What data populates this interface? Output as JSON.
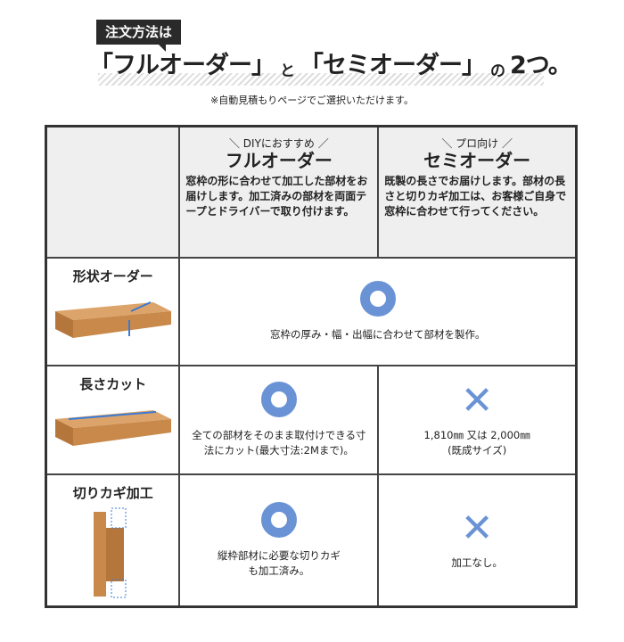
{
  "header": {
    "badge": "注文方法は",
    "title_open1": "「フルオーダー」",
    "title_and": "と",
    "title_open2": "「セミオーダー」",
    "title_no": "の",
    "title_end": "2つ。",
    "note": "※自動見積もりページでご選択いただけます。"
  },
  "columns": [
    {
      "tag": "＼ DIYにおすすめ ／",
      "title": "フルオーダー",
      "desc": "窓枠の形に合わせて加工した部材をお届けします。加工済みの部材を両面テープとドライバーで取り付けます。"
    },
    {
      "tag": "＼ プロ向け ／",
      "title": "セミオーダー",
      "desc": "既製の長さでお届けします。部材の長さと切りカギ加工は、お客様ご自身で窓枠に合わせて行ってください。"
    }
  ],
  "rows": [
    {
      "label": "形状オーダー",
      "merged": "窓枠の厚み・幅・出幅に合わせて部材を製作。"
    },
    {
      "label": "長さカット",
      "full": "全ての部材をそのまま取付けできる寸法にカット(最大寸法:2Mまで)。",
      "semi": "1,810㎜ 又は 2,000㎜",
      "semi2": "(既成サイズ)"
    },
    {
      "label": "切りカギ加工",
      "full": "縦枠部材に必要な切りカギも加工済み。",
      "semi": "加工なし。"
    }
  ],
  "colors": {
    "accent": "#6a93d6",
    "wood": "#c8894a",
    "header_bg": "#efefef"
  }
}
